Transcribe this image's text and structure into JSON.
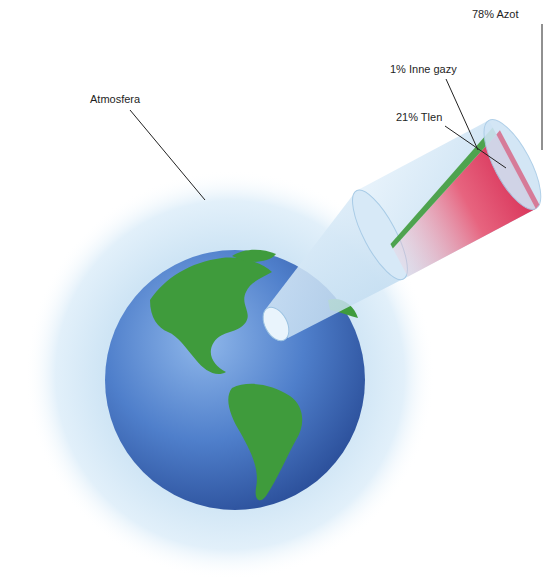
{
  "diagram": {
    "labels": [
      "78% Azot",
      "1% Inne gazy",
      "21% Tlen",
      "Atmosfera"
    ]
  }
}
